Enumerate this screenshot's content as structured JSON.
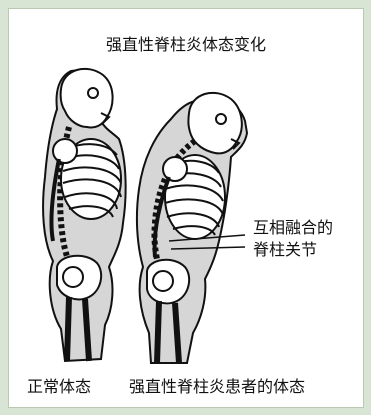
{
  "title": "强直性脊柱炎体态变化",
  "labels": {
    "normal": "正常体态",
    "patient": "强直性脊柱炎患者的体态",
    "annotation_line1": "互相融合的",
    "annotation_line2": "脊柱关节"
  },
  "colors": {
    "frame": "#d8e5d4",
    "body_fill": "#d6d6d6",
    "outline": "#111111"
  }
}
